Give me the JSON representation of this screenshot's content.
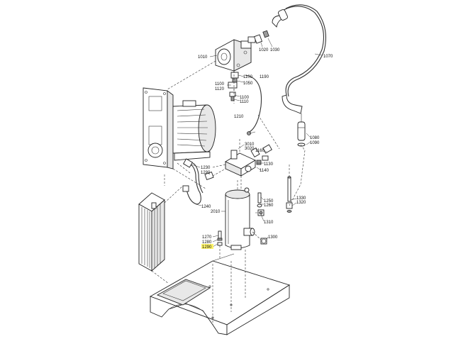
{
  "diagram": {
    "highlight_color": "#fff35a",
    "highlighted_label": "1290",
    "callouts": [
      {
        "id": "1020",
        "text": "1020"
      },
      {
        "id": "1030",
        "text": "1030"
      },
      {
        "id": "1010",
        "text": "1010"
      },
      {
        "id": "1070",
        "text": "1070"
      },
      {
        "id": "1100a",
        "text": "1100"
      },
      {
        "id": "1190",
        "text": "1190"
      },
      {
        "id": "1100b",
        "text": "1100"
      },
      {
        "id": "1120",
        "text": "1120"
      },
      {
        "id": "1050",
        "text": "1050"
      },
      {
        "id": "1100c",
        "text": "1100"
      },
      {
        "id": "1110",
        "text": "1110"
      },
      {
        "id": "1210",
        "text": "1210"
      },
      {
        "id": "1080",
        "text": "1080"
      },
      {
        "id": "1090",
        "text": "1090"
      },
      {
        "id": "3010",
        "text": "3010"
      },
      {
        "id": "3020",
        "text": "3020"
      },
      {
        "id": "1160",
        "text": "1160"
      },
      {
        "id": "1130",
        "text": "1130"
      },
      {
        "id": "1140",
        "text": "1140"
      },
      {
        "id": "1230",
        "text": "1230"
      },
      {
        "id": "1220",
        "text": "1220"
      },
      {
        "id": "1330",
        "text": "1330"
      },
      {
        "id": "1320",
        "text": "1320"
      },
      {
        "id": "1240",
        "text": "1240"
      },
      {
        "id": "1250",
        "text": "1250"
      },
      {
        "id": "1260",
        "text": "1260"
      },
      {
        "id": "2010",
        "text": "2010"
      },
      {
        "id": "1310",
        "text": "1310"
      },
      {
        "id": "1270",
        "text": "1270"
      },
      {
        "id": "1280",
        "text": "1280"
      },
      {
        "id": "1290",
        "text": "1290"
      },
      {
        "id": "1300",
        "text": "1300"
      }
    ]
  }
}
